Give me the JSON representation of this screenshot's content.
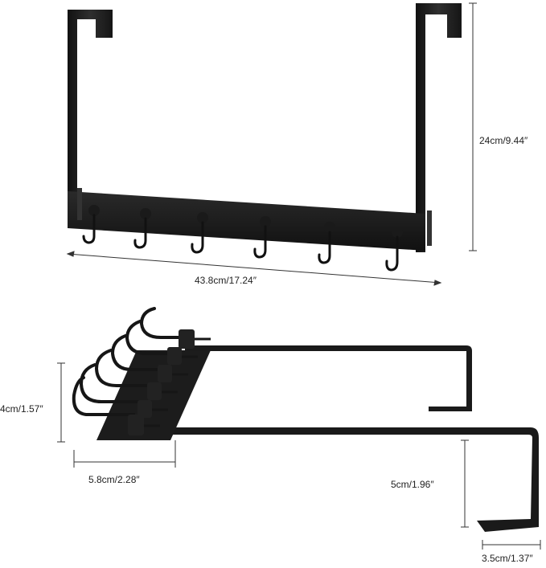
{
  "dimensions": {
    "height": "24cm/9.44″",
    "width": "43.8cm/17.24″",
    "hook_height": "4cm/1.57″",
    "hook_depth": "5.8cm/2.28″",
    "door_thickness": "5cm/1.96″",
    "hook_top_width": "3.5cm/1.37″"
  },
  "product": {
    "hook_count": 6,
    "color": "#1a1a1a"
  }
}
